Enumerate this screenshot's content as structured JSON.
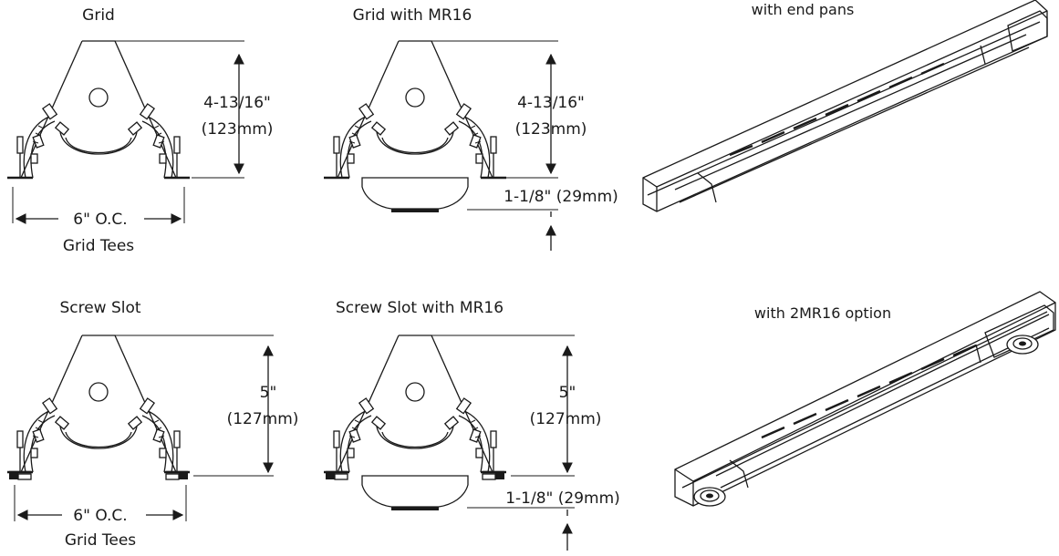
{
  "panels": [
    {
      "title": "Grid",
      "height_label": "4-13/16\"",
      "height_mm": "(123mm)",
      "spacing": "6\" O.C.",
      "spacing_sub": "Grid Tees"
    },
    {
      "title": "Grid with MR16",
      "height_label": "4-13/16\"",
      "height_mm": "(123mm)",
      "lamp_label": "1-1/8\" (29mm)"
    },
    {
      "title": "Screw Slot",
      "height_label": "5\"",
      "height_mm": "(127mm)",
      "spacing": "6\" O.C.",
      "spacing_sub": "Grid Tees"
    },
    {
      "title": "Screw Slot with MR16",
      "height_label": "5\"",
      "height_mm": "(127mm)",
      "lamp_label": "1-1/8\" (29mm)"
    }
  ],
  "fixtures": [
    {
      "caption": "with end pans"
    },
    {
      "caption": "with 2MR16 option"
    }
  ],
  "colors": {
    "line": "#1a1a1a",
    "background": "#ffffff"
  }
}
